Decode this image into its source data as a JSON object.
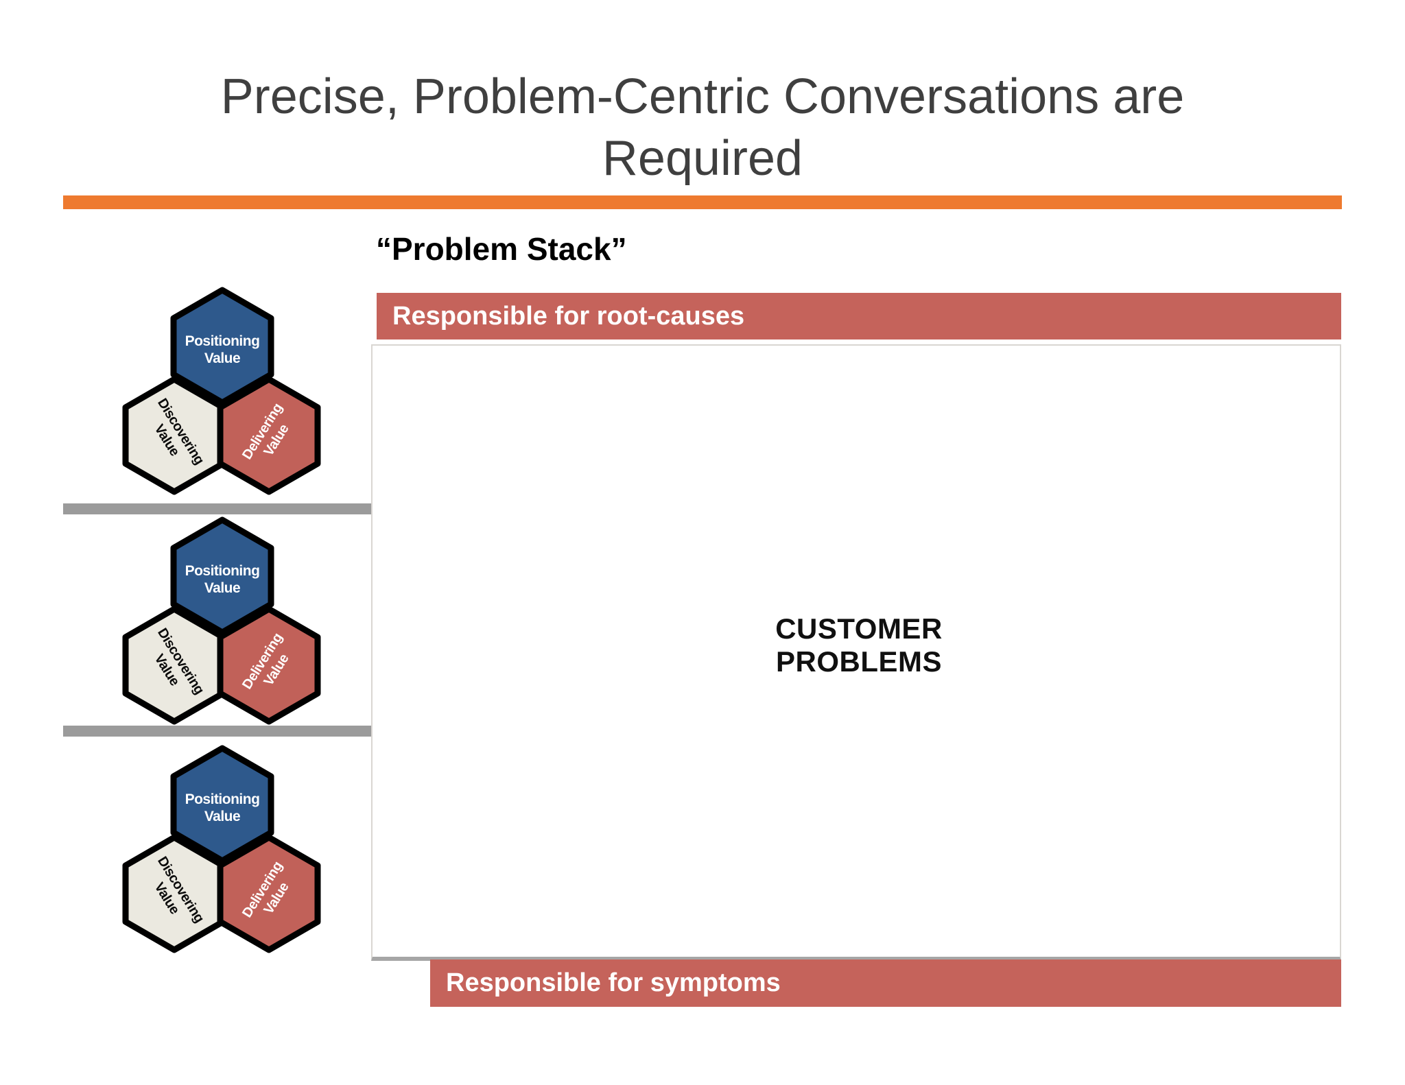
{
  "slide": {
    "title_lines": [
      "Precise, Problem-Centric Conversations are",
      "Required"
    ],
    "heading": "“Problem Stack”",
    "top_banner_label": "Responsible for root-causes",
    "bottom_banner_label": "Responsible for symptoms",
    "box_label_lines": [
      "CUSTOMER",
      "PROBLEMS"
    ],
    "colors": {
      "title_gray": "#3F3F3F",
      "accent_orange": "#EE7A2F",
      "banner_salmon": "#C5635B",
      "divider_gray": "#9B9B9B",
      "box_border_gray": "#D9D6D2",
      "box_shadow_gray": "#A6A6A6",
      "hex_blue": "#2E598C",
      "hex_red": "#C16159",
      "hex_cream": "#EBE9E0",
      "hex_outline": "#000000"
    }
  },
  "hex_cluster": {
    "top": {
      "lines": [
        "Positioning",
        "Value"
      ]
    },
    "left": {
      "lines": [
        "Discovering",
        "Value"
      ]
    },
    "right": {
      "lines": [
        "Delivering",
        "Value"
      ]
    }
  }
}
